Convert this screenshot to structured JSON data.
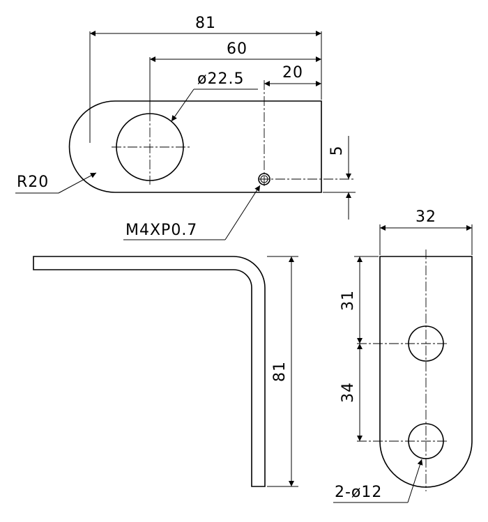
{
  "top_view": {
    "overall_width": "81",
    "hole_position": "60",
    "tap_position": "20",
    "hole_diameter": "ø22.5",
    "end_radius": "R20",
    "tap_offset": "5",
    "tap_thread": "M4XP0.7"
  },
  "side_view": {
    "height": "81"
  },
  "front_view": {
    "width": "32",
    "upper_hole_offset": "31",
    "hole_spacing": "34",
    "holes": "2-ø12"
  }
}
